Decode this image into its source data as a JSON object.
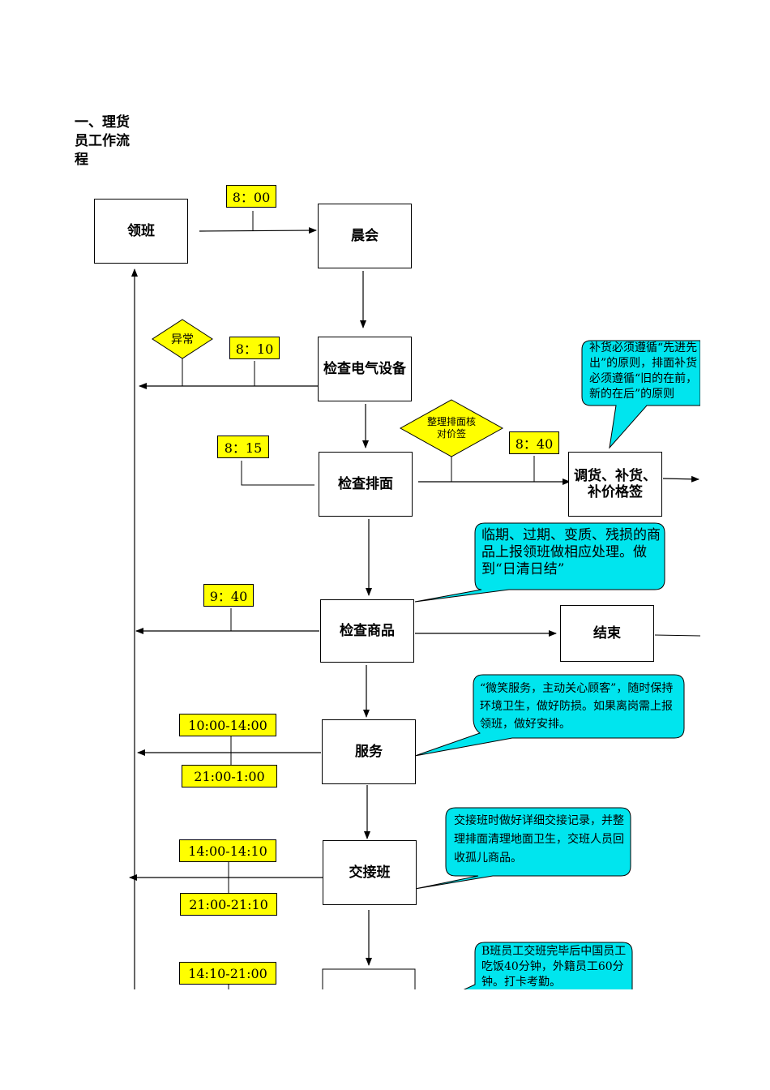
{
  "title": "一、理货员工作流程",
  "boxes": {
    "lingban": "领班",
    "chenhui": "晨会",
    "jiancha_dianqi": "检查电气设备",
    "jiancha_paimian": "检查排面",
    "tiaohuo": "调货、补货、补价格签",
    "jiancha_shangpin": "检查商品",
    "jieshu": "结束",
    "fuwu": "服务",
    "jiaojieban": "交接班"
  },
  "times": {
    "t0800": "8：00",
    "t0810": "8：10",
    "t0815": "8：15",
    "t0840": "8：40",
    "t0940": "9：40",
    "t1000": "10:00-14:00",
    "t2100a": "21:00-1:00",
    "t1400": "14:00-14:10",
    "t2100b": "21:00-21:10",
    "t1410": "14:10-21:00"
  },
  "decisions": {
    "yichang": "异常",
    "zhengli": "整理排面核对价签"
  },
  "notes": {
    "buhuo": "补货必须遵循“先进先出”的原则，排面补货必须遵循“旧的在前，新的在后”的原则",
    "linqi": "临期、过期、变质、残损的商品上报领班做相应处理。做到“日清日结”",
    "weixiao": "“微笑服务，主动关心顾客”，随时保持环境卫生，做好防损。如果离岗需上报领班，做好安排。",
    "jiaojie": "交接班时做好详细交接记录，并整理排面清理地面卫生，交班人员回收孤儿商品。",
    "chifan": "B班员工交班完毕后中国员工吃饭40分钟，外籍员工60分钟。打卡考勤。"
  },
  "colors": {
    "tag_fill": "#ffff00",
    "callout_fill": "#00e5ee",
    "line": "#000000"
  }
}
